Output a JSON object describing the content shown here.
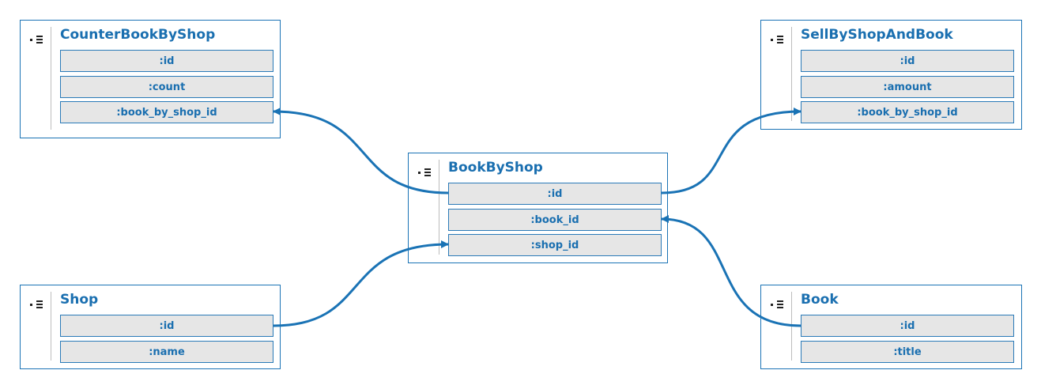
{
  "colors": {
    "accent": "#1a73b5",
    "field_bg": "#e6e6e6",
    "separator": "#bdbdbd"
  },
  "entities": {
    "counter_book_by_shop": {
      "name": "CounterBookByShop",
      "fields": [
        ":id",
        ":count",
        ":book_by_shop_id"
      ]
    },
    "sell_by_shop_and_book": {
      "name": "SellByShopAndBook",
      "fields": [
        ":id",
        ":amount",
        ":book_by_shop_id"
      ]
    },
    "book_by_shop": {
      "name": "BookByShop",
      "fields": [
        ":id",
        ":book_id",
        ":shop_id"
      ]
    },
    "shop": {
      "name": "Shop",
      "fields": [
        ":id",
        ":name"
      ]
    },
    "book": {
      "name": "Book",
      "fields": [
        ":id",
        ":title"
      ]
    }
  },
  "relations": [
    {
      "from": "book_by_shop.:id",
      "to": "counter_book_by_shop.:book_by_shop_id"
    },
    {
      "from": "book_by_shop.:id",
      "to": "sell_by_shop_and_book.:book_by_shop_id"
    },
    {
      "from": "shop.:id",
      "to": "book_by_shop.:shop_id"
    },
    {
      "from": "book.:id",
      "to": "book_by_shop.:book_id"
    }
  ]
}
